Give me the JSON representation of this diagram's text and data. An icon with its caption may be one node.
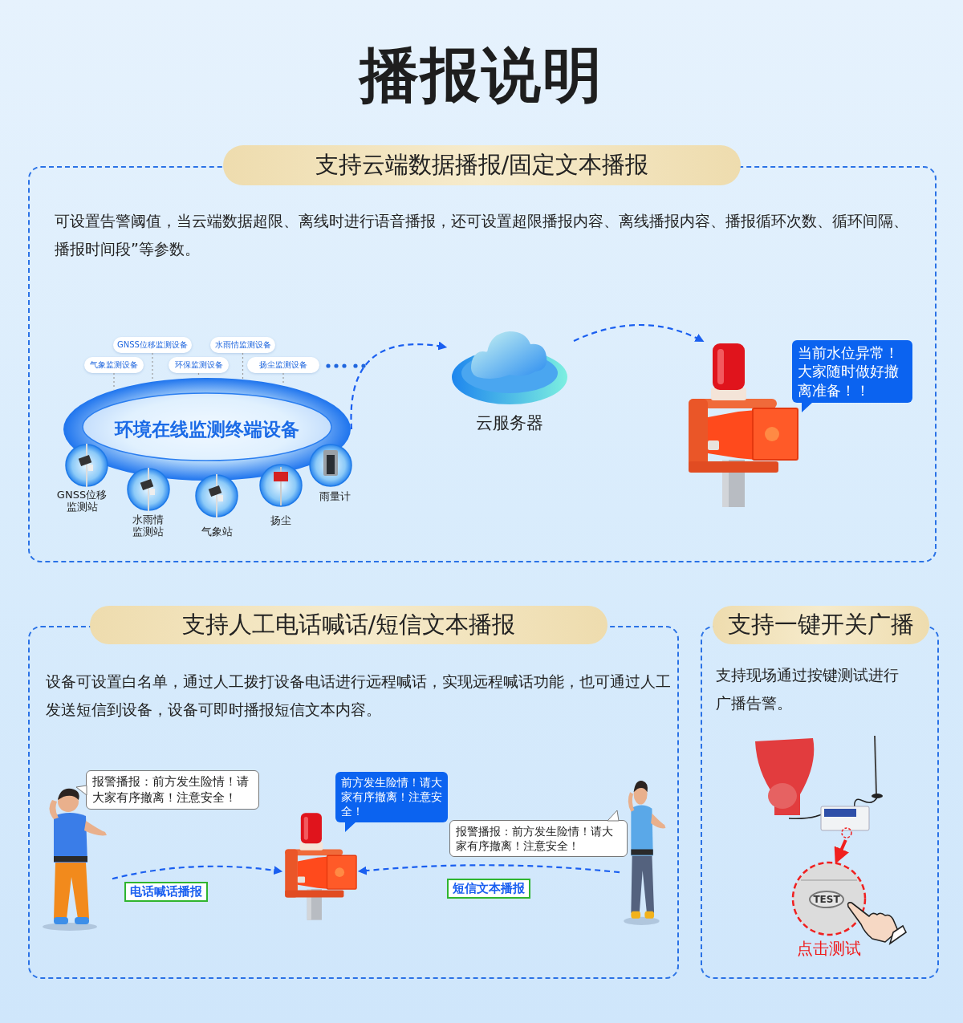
{
  "diagram": {
    "title": "播报说明",
    "nodes": [
      {
        "text": [
          "支持云端数据播报/固定文本播报",
          "可设置告警阈值，当云端数据超限、离线时进行语音播报，还可设置超限播报内容、离线播报内容、播报循环次数、循环间隔、播报时间段”等参数。"
        ]
      },
      {
        "text": [
          "环境在线监测终端设备"
        ],
        "in": 0
      },
      {
        "text": [
          "GNSS位移监测设备"
        ],
        "in": 0
      },
      {
        "text": [
          "水雨情监测设备"
        ],
        "in": 0
      },
      {
        "text": [
          "气象监测设备"
        ],
        "in": 0
      },
      {
        "text": [
          "环保监测设备"
        ],
        "in": 0
      },
      {
        "text": [
          "扬尘监测设备"
        ],
        "in": 0
      },
      {
        "text": [],
        "shape": "circle",
        "beside": [
          "GNSS位移监测站"
        ],
        "in": 0
      },
      {
        "text": [],
        "shape": "circle",
        "beside": [
          "水雨情监测站"
        ],
        "in": 0
      },
      {
        "text": [],
        "shape": "circle",
        "beside": [
          "气象站"
        ],
        "in": 0
      },
      {
        "text": [],
        "shape": "circle",
        "beside": [
          "扬尘"
        ],
        "in": 0
      },
      {
        "text": [],
        "shape": "circle",
        "beside": [
          "雨量计"
        ],
        "in": 0
      },
      {
        "text": [
          "云服务器"
        ],
        "in": 0
      },
      {
        "text": [],
        "shape": "picture",
        "in": 0
      },
      {
        "text": [
          "当前水位异常！大家随时做好撤离准备！！"
        ],
        "in": 0
      },
      {
        "text": [
          "支持人工电话喊话/短信文本播报",
          "设备可设置白名单，通过人工拨打设备电话进行远程喊话，实现远程喊话功能，也可通过人工发送短信到设备，设备可即时播报短信文本内容。"
        ]
      },
      {
        "text": [],
        "shape": "person",
        "in": 15
      },
      {
        "text": [
          "报警播报：前方发生险情！请大家有序撤离！注意安全！"
        ],
        "in": 15
      },
      {
        "text": [],
        "shape": "picture",
        "in": 15
      },
      {
        "text": [
          "前方发生险情！请大家有序撤离！注意安全！"
        ],
        "in": 15
      },
      {
        "text": [
          "报警播报：前方发生险情！请大家有序撤离！注意安全！"
        ],
        "in": 15
      },
      {
        "text": [],
        "shape": "person",
        "in": 15
      },
      {
        "text": [
          "支持一键开关广播",
          "支持现场通过按键测试进行广播告警。"
        ]
      },
      {
        "text": [],
        "shape": "picture",
        "in": 22
      },
      {
        "text": [
          "TEST"
        ],
        "beside": [
          "点击测试"
        ],
        "in": 22
      }
    ],
    "edges": [
      {
        "from": 2,
        "to": 1,
        "arrow": "none",
        "style": "dashed",
        "color": "#9a9a9a"
      },
      {
        "from": 3,
        "to": 1,
        "arrow": "none",
        "style": "dashed",
        "color": "#9a9a9a"
      },
      {
        "from": 4,
        "to": 1,
        "arrow": "none",
        "style": "dashed",
        "color": "#9a9a9a"
      },
      {
        "from": 5,
        "to": 1,
        "arrow": "none",
        "style": "dashed",
        "color": "#9a9a9a"
      },
      {
        "from": 6,
        "to": 1,
        "arrow": "none",
        "style": "dashed",
        "color": "#9a9a9a"
      },
      {
        "from": 1,
        "to": 12,
        "arrow": "to",
        "style": "dashed",
        "color": "#1a5ff0"
      },
      {
        "from": 12,
        "to": 13,
        "arrow": "to",
        "style": "dashed",
        "color": "#1a5ff0"
      },
      {
        "from": 16,
        "to": 18,
        "arrow": "to",
        "style": "dashed",
        "color": "#1a5ff0",
        "label": "电话喊话播报"
      },
      {
        "from": 21,
        "to": 18,
        "arrow": "to",
        "style": "dashed",
        "color": "#1a5ff0",
        "label": "短信文本播报"
      },
      {
        "from": 23,
        "to": 24,
        "arrow": "to",
        "style": "thick",
        "color": "#f0201e"
      }
    ]
  }
}
